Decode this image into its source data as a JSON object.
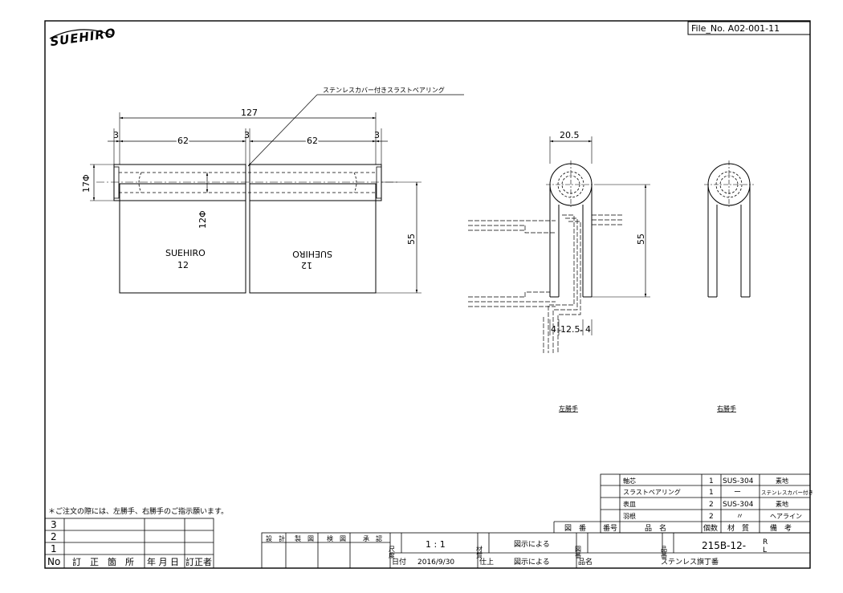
{
  "logo": {
    "text": "SUEHIRO"
  },
  "file_no": "File_No. A02-001-11",
  "callout": "ステンレスカバー付きスラストベアリング",
  "dims": {
    "overall": "127",
    "gap_left": "3",
    "gap_mid": "3",
    "gap_right": "3",
    "leaf_left": "62",
    "leaf_right": "62",
    "pin_dia": "17Φ",
    "inner_dia": "12Φ",
    "height_front": "55",
    "knuckle_width": "20.5",
    "height_side": "55",
    "thk_left": "4",
    "bottom_mid": "12.5",
    "thk_right": "4"
  },
  "engraving": {
    "left_brand": "SUEHIRO",
    "left_size": "12",
    "right_brand": "SUEHIRO",
    "right_size": "12"
  },
  "view_labels": {
    "left": "左勝手",
    "right": "右勝手"
  },
  "note": "＊ご注文の際には、左勝手、右勝手のご指示願います。",
  "parts_header": {
    "code": "図　番",
    "no": "番号",
    "name": "品　名",
    "qty": "個数",
    "material": "材　質",
    "remark": "備　考"
  },
  "parts": [
    {
      "name": "軸芯",
      "qty": "1",
      "material": "SUS-304",
      "remark": "素地"
    },
    {
      "name": "スラストベアリング",
      "qty": "1",
      "material": "ー",
      "remark": "ステンレスカバー付き"
    },
    {
      "name": "表皿",
      "qty": "2",
      "material": "SUS-304",
      "remark": "素地"
    },
    {
      "name": "羽根",
      "qty": "2",
      "material": "〃",
      "remark": "ヘアライン"
    }
  ],
  "revision": {
    "rows": [
      "3",
      "2",
      "1"
    ],
    "headers": {
      "no": "No",
      "location": "訂　正　箇　所",
      "date": "年 月 日",
      "reviser": "訂正者"
    }
  },
  "title_block": {
    "design": "設　計",
    "drawn": "製　図",
    "checked": "検　図",
    "approved": "承　認",
    "scale_label": "尺度",
    "scale": "1 : 1",
    "date_label": "日付",
    "date": "2016/9/30",
    "material_label": "材質",
    "material": "図示による",
    "finish_label": "仕上",
    "finish": "図示による",
    "drawing_no_label": "図番",
    "product_no_label": "品番",
    "product_no": "215B-12-",
    "product_suffix_r": "R",
    "product_suffix_l": "L",
    "product_name_label": "品名",
    "product_name": "ステンレス旗丁番"
  }
}
